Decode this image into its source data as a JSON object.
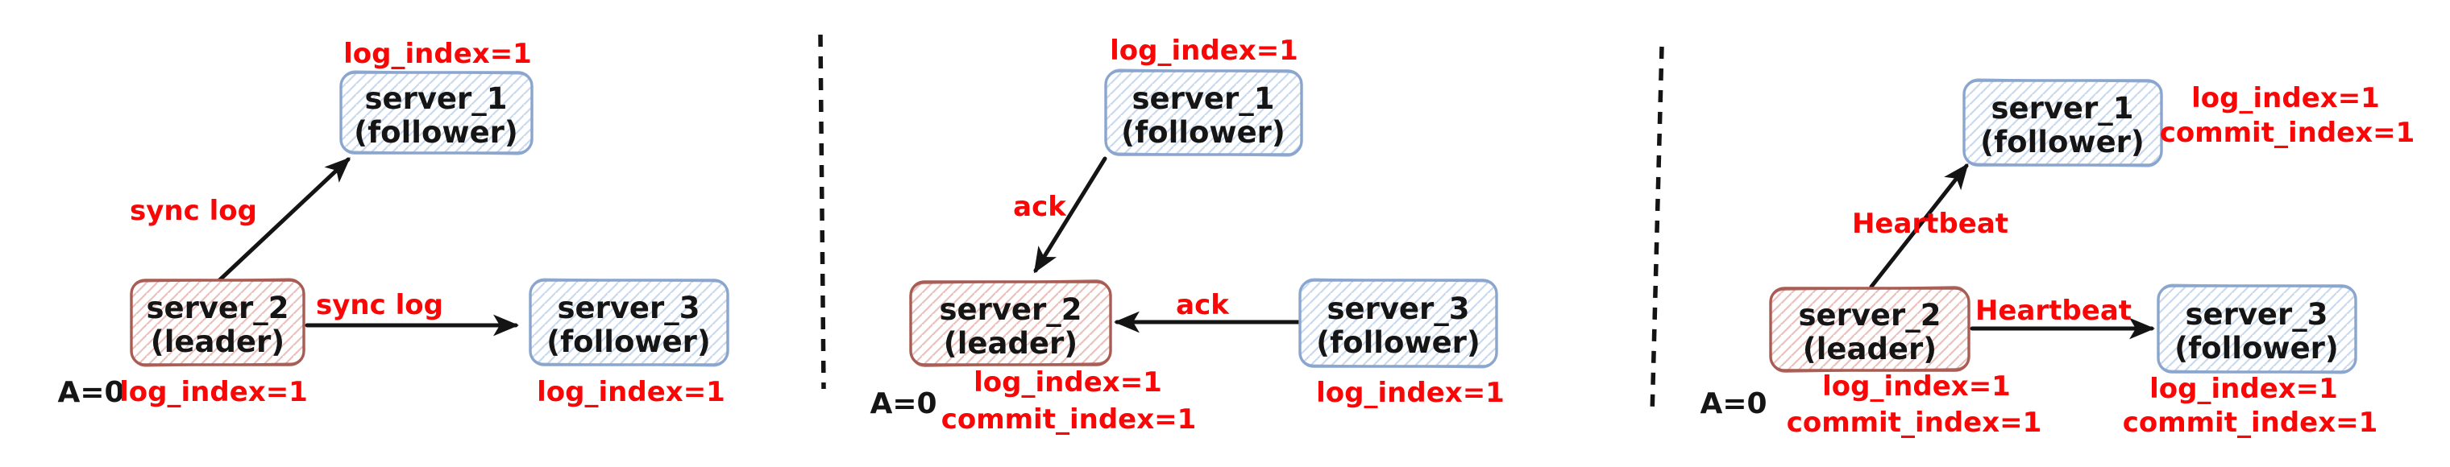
{
  "diagram": {
    "colors": {
      "message_text": "#f90606",
      "state_text": "#f90606",
      "node_text": "#151515",
      "leader_border": "#a85c54",
      "leader_hatch": "#eac1bc",
      "follower_border": "#8aa5ce",
      "follower_hatch": "#c9d9ee",
      "arrow": "#141414",
      "divider": "#141414"
    },
    "panel1": {
      "server1": {
        "name": "server_1",
        "role": "(follower)",
        "label_above": "log_index=1"
      },
      "server2": {
        "name": "server_2",
        "role": "(leader)",
        "label_below_1": "log_index=1"
      },
      "server3": {
        "name": "server_3",
        "role": "(follower)",
        "label_below_1": "log_index=1"
      },
      "arrow_to_server1": "sync log",
      "arrow_to_server3": "sync log",
      "annotation": "A=0"
    },
    "panel2": {
      "server1": {
        "name": "server_1",
        "role": "(follower)",
        "label_above": "log_index=1"
      },
      "server2": {
        "name": "server_2",
        "role": "(leader)",
        "label_below_1": "log_index=1",
        "label_below_2": "commit_index=1"
      },
      "server3": {
        "name": "server_3",
        "role": "(follower)",
        "label_below_1": "log_index=1"
      },
      "arrow_from_server1": "ack",
      "arrow_from_server3": "ack",
      "annotation": "A=0"
    },
    "panel3": {
      "server1": {
        "name": "server_1",
        "role": "(follower)",
        "label_right_1": "log_index=1",
        "label_right_2": "commit_index=1"
      },
      "server2": {
        "name": "server_2",
        "role": "(leader)",
        "label_below_1": "log_index=1",
        "label_below_2": "commit_index=1"
      },
      "server3": {
        "name": "server_3",
        "role": "(follower)",
        "label_below_1": "log_index=1",
        "label_below_2": "commit_index=1"
      },
      "arrow_to_server1": "Heartbeat",
      "arrow_to_server3": "Heartbeat",
      "annotation": "A=0"
    }
  }
}
